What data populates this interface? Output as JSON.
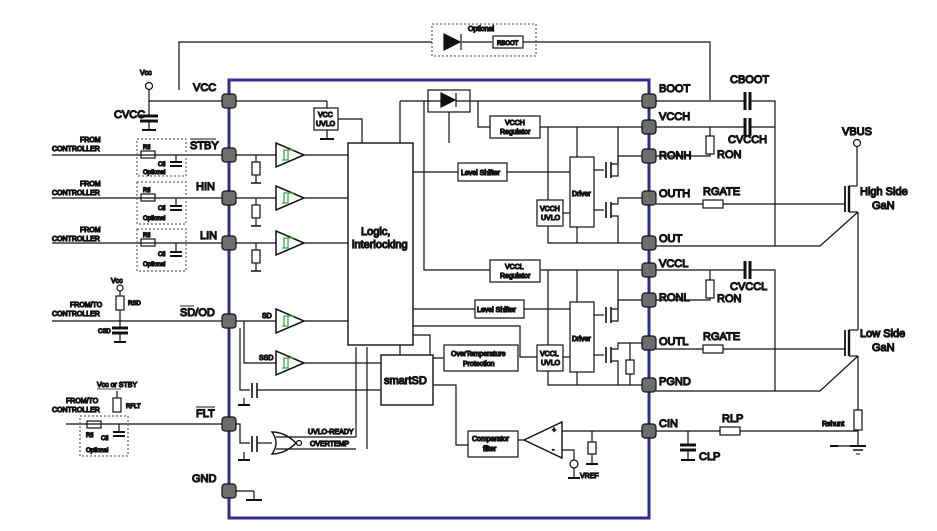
{
  "pins": {
    "vcc": "VCC",
    "stby": "STBY",
    "hin": "HIN",
    "lin": "LIN",
    "sd_od": "SD/OD",
    "flt": "FLT",
    "gnd": "GND",
    "boot": "BOOT",
    "vcch": "VCCH",
    "ronh": "RONH",
    "outh": "OUTH",
    "out": "OUT",
    "vccl": "VCCL",
    "ronl": "RONL",
    "outl": "OUTL",
    "pgnd": "PGND",
    "cin": "CIN"
  },
  "blocks": {
    "logic_line1": "Logic,",
    "logic_line2": "interlocking",
    "vcc_uvlo_1": "VCC",
    "vcc_uvlo_2": "UVLO",
    "level_shifter_top": "Level Shifter",
    "level_shifter_bottom": "Level Shifter",
    "vcch_reg_1": "VCCH",
    "vcch_reg_2": "Regulator",
    "vccl_reg_1": "VCCL",
    "vccl_reg_2": "Regulator",
    "vcch_uvlo_1": "VCCH",
    "vcch_uvlo_2": "UVLO",
    "vccl_uvlo_1": "VCCL",
    "vccl_uvlo_2": "UVLO",
    "driver_top": "Driver",
    "driver_bottom": "Driver",
    "overtemp_1": "OverTemperature",
    "overtemp_2": "Protection",
    "smartsd": "smartSD",
    "comparator_1": "Comparator",
    "comparator_2": "filter",
    "uvlo_ready": "UVLO-READY",
    "overtemp_sig": "OVERTEMP",
    "sd_sig": "SD",
    "ssd_sig": "SSD"
  },
  "external": {
    "optional_top": "Optional",
    "r_boot": "RBOOT",
    "vcc_supply": "Vcc",
    "c_vcc": "CVCC",
    "from_controller_1a": "FROM",
    "from_controller_1b": "CONTROLLER",
    "from_controller_2a": "FROM",
    "from_controller_2b": "CONTROLLER",
    "from_controller_3a": "FROM",
    "from_controller_3b": "CONTROLLER",
    "from_to_controller_1a": "FROM/TO",
    "from_to_controller_1b": "CONTROLLER",
    "from_to_controller_2a": "FROM/TO",
    "from_to_controller_2b": "CONTROLLER",
    "r_fi": "Rfi",
    "c_fi": "Cfi",
    "optional_small": "Optional",
    "vcc_sd": "Vcc",
    "r_sd": "RSD",
    "c_sd": "CSD",
    "vcc_or_stby": "Vcc or STBY",
    "r_flt": "RFLT",
    "c_boot": "CBOOT",
    "c_vcch": "CVCCH",
    "r_on_h": "RON",
    "r_gate_h": "RGATE",
    "vbus": "VBUS",
    "high_side_1": "High Side",
    "high_side_2": "GaN",
    "c_vccl": "CVCCL",
    "r_on_l": "RON",
    "r_gate_l": "RGATE",
    "low_side_1": "Low Side",
    "low_side_2": "GaN",
    "r_lp": "RLP",
    "c_lp": "CLP",
    "r_shunt": "Rshunt",
    "v_ref": "VREF"
  },
  "colors": {
    "ic_border": "#2e2e8f",
    "pin_fill": "#6e6e6e",
    "trigger_fill": "#3aa84a",
    "line": "#111111"
  }
}
